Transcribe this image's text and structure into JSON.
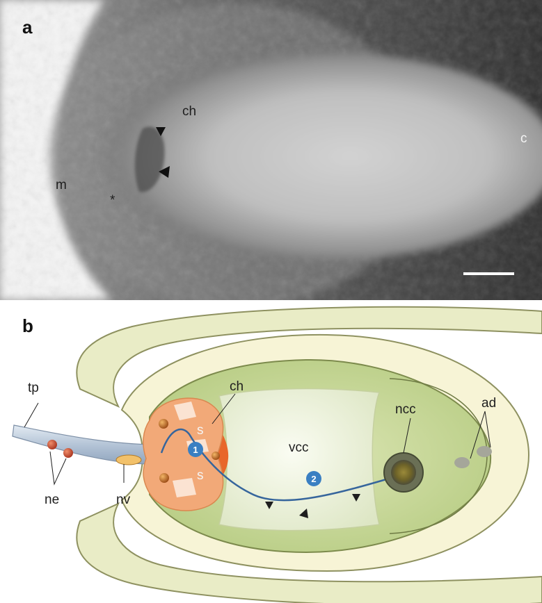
{
  "panel_a": {
    "letter": "a",
    "labels": {
      "ch": "ch",
      "c": "c",
      "m": "m",
      "asterisk": "*"
    }
  },
  "panel_b": {
    "letter": "b",
    "labels": {
      "tp": "tp",
      "ne": "ne",
      "nv": "nv",
      "ch": "ch",
      "s_top": "s",
      "s_bottom": "s",
      "vcc": "vcc",
      "ncc": "ncc",
      "ad": "ad"
    },
    "markers": {
      "one": "1",
      "two": "2"
    },
    "colors": {
      "outer_tissue": "#e9ecc6",
      "stroke": "#8e9160",
      "inner_body": "#c6d796",
      "cavity": "#eef1dd",
      "vcc": "#f3f5ea",
      "synapse": "#f2a978",
      "chemo_cap": "#e8662a",
      "nerve_fiber": "#36659c",
      "marker": "#3a7fc2",
      "tube": "#b9c9dc",
      "nucleus": "#b4553a"
    }
  }
}
